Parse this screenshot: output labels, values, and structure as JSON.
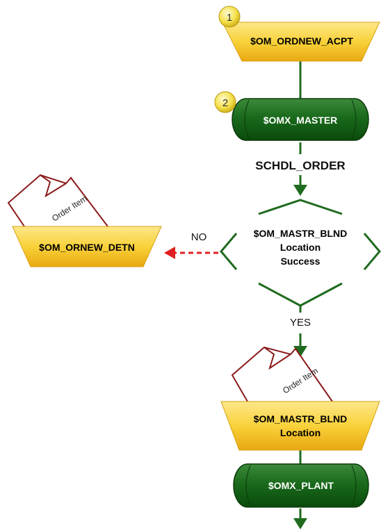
{
  "diagram": {
    "step1": {
      "badge": "1",
      "label": "$OM_ORDNEW_ACPT"
    },
    "step2": {
      "badge": "2",
      "label": "$OMX_MASTER"
    },
    "connector_label": "SCHDL_ORDER",
    "decision": {
      "line1": "$OM_MASTR_BLND",
      "line2": "Location",
      "line3": "Success"
    },
    "no_label": "NO",
    "yes_label": "YES",
    "no_branch": {
      "label": "$OM_ORNEW_DETN",
      "loop_label": "Order Item"
    },
    "yes_branch": {
      "line1": "$OM_MASTR_BLND",
      "line2": "Location",
      "loop_label": "Order Item"
    },
    "plant": {
      "label": "$OMX_PLANT"
    }
  },
  "colors": {
    "flow_green": "#1f6b1f",
    "cylinder_green": "#0f5a12",
    "trapezoid_yellow": "#f7c81a",
    "loop_red": "#8b1a1a",
    "no_arrow_red": "#e02020",
    "badge_yellow": "#f4e04a"
  }
}
